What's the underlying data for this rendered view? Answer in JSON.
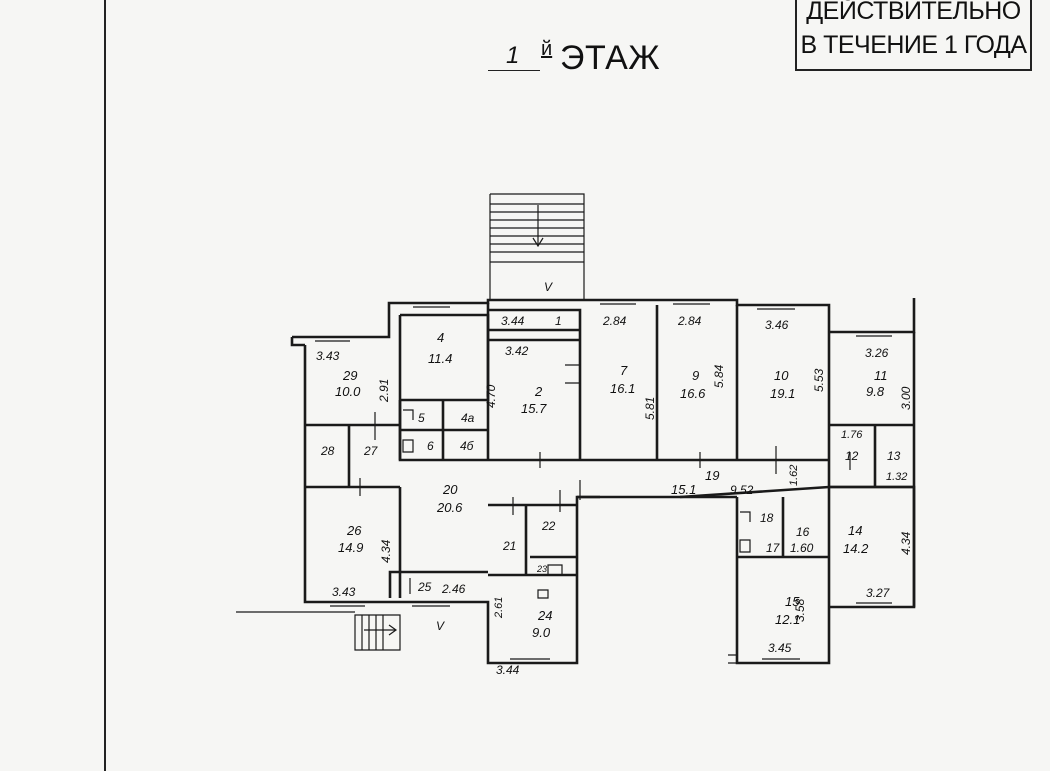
{
  "stamp": {
    "line1": "ДЕЙСТВИТЕЛЬНО",
    "line2": "В ТЕЧЕНИЕ 1 ГОДА"
  },
  "title": {
    "floor_number": "1",
    "suffix": "й",
    "word": "ЭТАЖ"
  },
  "rooms": {
    "r1": {
      "num": "1",
      "dims": [
        "3.44"
      ]
    },
    "r2": {
      "num": "2",
      "area": "15.7",
      "dims": [
        "3.42",
        "4.70"
      ]
    },
    "r4": {
      "num": "4",
      "area": "11.4"
    },
    "r4a": {
      "num": "4а"
    },
    "r4b": {
      "num": "4б"
    },
    "r5": {
      "num": "5"
    },
    "r6": {
      "num": "6"
    },
    "r7": {
      "num": "7",
      "area": "16.1",
      "dims": [
        "2.84",
        "5.81"
      ]
    },
    "r9": {
      "num": "9",
      "area": "16.6",
      "dims": [
        "2.84",
        "5.84"
      ]
    },
    "r10": {
      "num": "10",
      "area": "19.1",
      "dims": [
        "3.46",
        "5.53"
      ]
    },
    "r11": {
      "num": "11",
      "area": "9.8",
      "dims": [
        "3.26",
        "3.00"
      ]
    },
    "r12": {
      "num": "12",
      "dims": [
        "1.76"
      ]
    },
    "r13": {
      "num": "13",
      "dims": [
        "1.32"
      ]
    },
    "r14": {
      "num": "14",
      "area": "14.2",
      "dims": [
        "4.34",
        "3.27"
      ]
    },
    "r15": {
      "num": "15",
      "area": "12.1",
      "dims": [
        "3.58",
        "3.45"
      ]
    },
    "r16": {
      "num": "16",
      "dims": [
        "1.60"
      ]
    },
    "r17": {
      "num": "17"
    },
    "r18": {
      "num": "18"
    },
    "r19": {
      "num": "19",
      "area": "15.1",
      "dims": [
        "9.52",
        "1.62"
      ]
    },
    "r20": {
      "num": "20",
      "area": "20.6"
    },
    "r21": {
      "num": "21"
    },
    "r22": {
      "num": "22"
    },
    "r23": {
      "num": "23"
    },
    "r24": {
      "num": "24",
      "area": "9.0",
      "dims": [
        "2.61",
        "3.44"
      ]
    },
    "r25": {
      "num": "25",
      "dims": [
        "2.46"
      ]
    },
    "r26": {
      "num": "26",
      "area": "14.9",
      "dims": [
        "4.34",
        "3.43"
      ]
    },
    "r27": {
      "num": "27"
    },
    "r28": {
      "num": "28"
    },
    "r29": {
      "num": "29",
      "area": "10.0",
      "dims": [
        "3.43",
        "2.91"
      ]
    }
  },
  "entrance_marks": [
    "V",
    "V"
  ]
}
